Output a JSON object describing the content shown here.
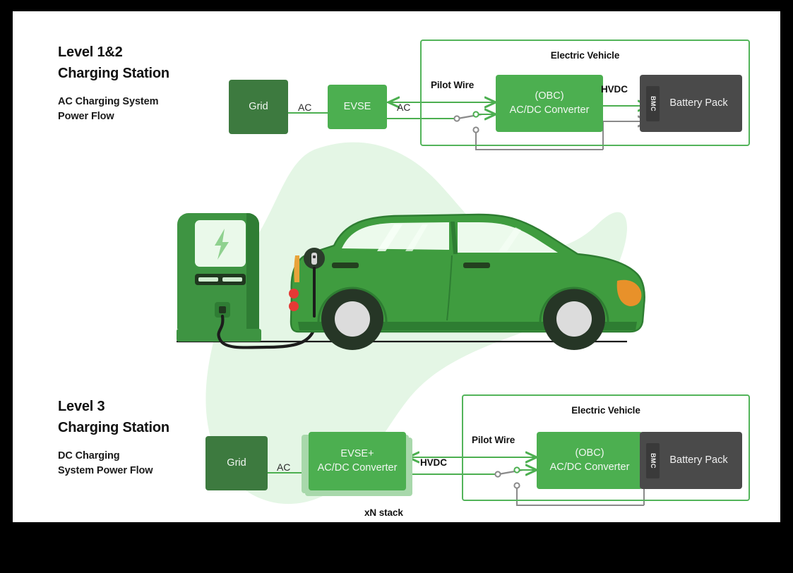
{
  "canvas": {
    "background": "#ffffff",
    "frame": "#000000",
    "blob_color": "#e4f6e5"
  },
  "colors": {
    "grid_green": "#3d7a3f",
    "box_green": "#4caf50",
    "enclosure_green": "#53b45a",
    "wire_green": "#4caf50",
    "wire_gray": "#8a8a8a",
    "battery_gray": "#4a4a4a",
    "bmc_gray": "#3a3a3a",
    "blob_green": "#e4f6e5",
    "car_green": "#3f9c3f",
    "car_dark_green": "#2e7d32",
    "headlight_orange": "#e8912a",
    "taillight_red": "#e53935",
    "wheel_hub": "#dcdcdc",
    "tire_dark": "#2a3a2a"
  },
  "sections": [
    {
      "id": "level12",
      "heading": "Level 1&2\nCharging Station",
      "subheading": "AC Charging System\nPower Flow",
      "boxes": {
        "grid": "Grid",
        "evse": "EVSE",
        "obc": "(OBC)\nAC/DC Converter",
        "battery": "Battery Pack",
        "bmc": "BMC"
      },
      "enclosure_title": "Electric Vehicle",
      "wire_labels": {
        "ac_grid_to_evse": "AC",
        "ac_evse_to_ev": "AC",
        "pilot_wire": "Pilot Wire",
        "hvdc": "HVDC"
      }
    },
    {
      "id": "level3",
      "heading": "Level 3\nCharging Station",
      "subheading": "DC Charging\nSystem Power Flow",
      "boxes": {
        "grid": "Grid",
        "evse": "EVSE+\nAC/DC Converter",
        "obc": "(OBC)\nAC/DC Converter",
        "battery": "Battery Pack",
        "bmc": "BMC"
      },
      "enclosure_title": "Electric Vehicle",
      "stack_caption": "xN stack",
      "wire_labels": {
        "ac_grid_to_evse": "AC",
        "hvdc_evse_to_ev": "HVDC",
        "pilot_wire": "Pilot Wire"
      }
    }
  ],
  "illustration": {
    "name": "ev-charging-station-scene",
    "charger_station": "charging-station",
    "vehicle": "electric-car",
    "ground_line": true
  }
}
